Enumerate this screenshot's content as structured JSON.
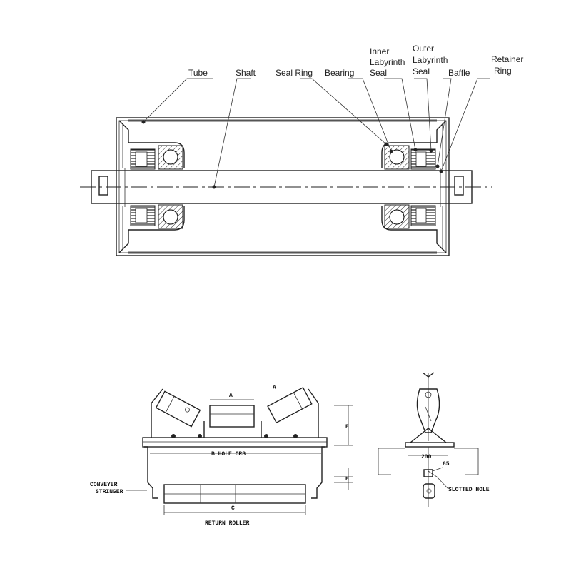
{
  "top_diagram": {
    "labels": {
      "tube": "Tube",
      "shaft": "Shaft",
      "seal_ring": "Seal Ring",
      "bearing": "Bearing",
      "inner_labyrinth": [
        "Inner",
        "Labyrinth",
        "Seal"
      ],
      "outer_labyrinth": [
        "Outer",
        "Labyrinth",
        "Seal"
      ],
      "baffle": "Baffle",
      "retainer_ring": [
        "Retainer",
        "Ring"
      ]
    }
  },
  "bottom_left_diagram": {
    "labels": {
      "dim_a_left": "A",
      "dim_a_right": "A",
      "dim_b": "B HOLE CRS",
      "dim_e": "E",
      "dim_h": "H",
      "conveyer_stringer": [
        "CONVEYER",
        "STRINGER"
      ],
      "dim_c": "C",
      "return_roller": "RETURN ROLLER"
    }
  },
  "bottom_right_diagram": {
    "labels": {
      "dim_200": "200",
      "dim_65": "65",
      "slotted_hole": "SLOTTED HOLE"
    }
  }
}
